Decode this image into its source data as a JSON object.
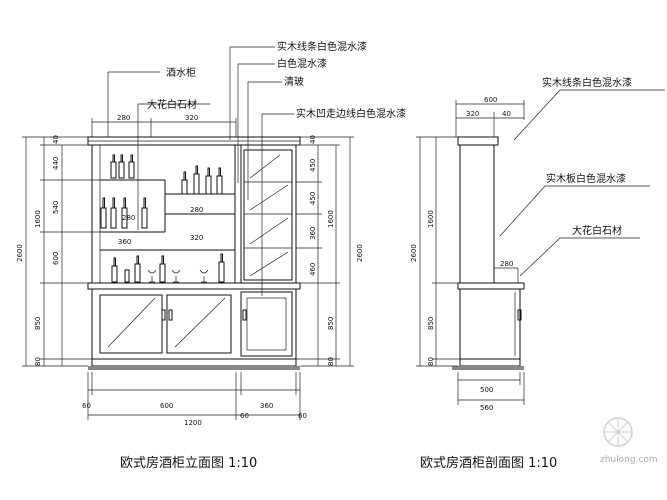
{
  "elevation": {
    "title": "欧式房酒柜立面图 1:10",
    "callouts": {
      "wine_cabinet": "酒水柜",
      "marble": "大花白石材",
      "solid_wood_line": "实木线条白色混水漆",
      "white_paint": "白色混水漆",
      "glass": "清玻",
      "solid_wood_edge": "实木凹走边线白色混水漆"
    },
    "top_dims": [
      "280",
      "320"
    ],
    "left_dims": [
      "40",
      "440",
      "1600",
      "540",
      "600",
      "850",
      "80",
      "2600"
    ],
    "right_dims": [
      "40",
      "450",
      "1600",
      "450",
      "360",
      "460",
      "850",
      "80",
      "2600"
    ],
    "inner_dims": [
      "280",
      "320",
      "360",
      "280"
    ],
    "bottom_dims": [
      "60",
      "600",
      "1200",
      "60",
      "360",
      "60"
    ]
  },
  "section": {
    "title": "欧式房酒柜剖面图 1:10",
    "callouts": {
      "solid_wood_line": "实木线条白色混水漆",
      "solid_wood_board": "实木板白色混水漆",
      "marble": "大花白石材"
    },
    "top_dims": [
      "600",
      "320",
      "40"
    ],
    "left_dims": [
      "1600",
      "2600",
      "850",
      "80"
    ],
    "inner_dims": [
      "280"
    ],
    "bottom_dims": [
      "500",
      "560"
    ]
  },
  "watermark": "zhulong.com"
}
